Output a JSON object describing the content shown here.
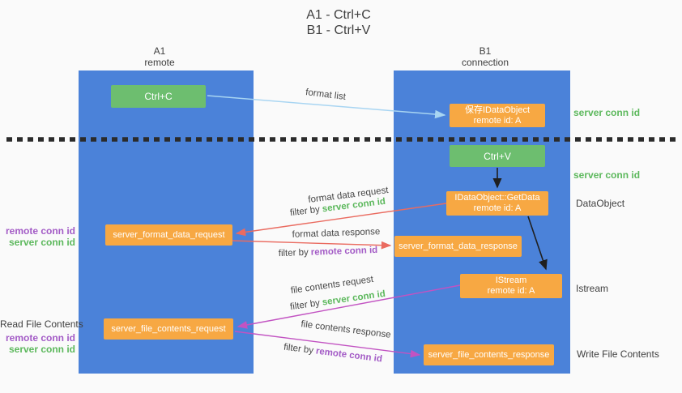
{
  "title": {
    "line1": "A1 - Ctrl+C",
    "line2": "B1 - Ctrl+V"
  },
  "lifelines": {
    "left": {
      "name": "A1",
      "role": "remote"
    },
    "right": {
      "name": "B1",
      "role": "connection"
    }
  },
  "nodes": {
    "ctrl_c": {
      "label": "Ctrl+C"
    },
    "ctrl_v": {
      "label": "Ctrl+V"
    },
    "save_dataobject": {
      "line1": "保存IDataObject",
      "line2": "remote id: A"
    },
    "getdata": {
      "line1": "IDataObject::GetData",
      "line2": "remote id: A"
    },
    "istream": {
      "line1": "IStream",
      "line2": "remote id: A"
    },
    "format_request": {
      "label": "server_format_data_request"
    },
    "format_response": {
      "label": "server_format_data_response"
    },
    "file_request": {
      "label": "server_file_contents_request"
    },
    "file_response": {
      "label": "server_file_contents_response"
    }
  },
  "annotations": {
    "right": {
      "server_conn_id_1": "server conn id",
      "server_conn_id_2": "server conn id",
      "dataobject": "DataObject",
      "istream": "Istream",
      "write_file": "Write File Contents"
    },
    "left": {
      "remote_conn_id_1": "remote conn id",
      "server_conn_id_1": "server conn id",
      "read_file": "Read File Contents",
      "remote_conn_id_2": "remote conn id",
      "server_conn_id_2": "server conn id"
    }
  },
  "arrows": {
    "format_list": {
      "label": "format list"
    },
    "format_data_request": {
      "label": "format data request",
      "filter_prefix": "filter by",
      "filter_id": "server conn id"
    },
    "format_data_response": {
      "label": "format data response",
      "filter_prefix": "filter by",
      "filter_id": "remote conn id"
    },
    "file_contents_request": {
      "label": "file contents request",
      "filter_prefix": "filter by",
      "filter_id": "server conn id"
    },
    "file_contents_response": {
      "label": "file contents response",
      "filter_prefix": "filter by",
      "filter_id": "remote conn id"
    }
  },
  "colors": {
    "background": "#fafafa",
    "lifeline_blue": "#4b82d9",
    "node_green": "#6dbe6f",
    "node_orange": "#f7a843",
    "green_text": "#5cb85c",
    "purple_text": "#a35bc6",
    "arrow_lightblue": "#a8d5f2",
    "arrow_red": "#ea6b60",
    "arrow_magenta": "#c253c2",
    "arrow_black": "#1f1f1f",
    "text_dark": "#3f3f3f"
  }
}
